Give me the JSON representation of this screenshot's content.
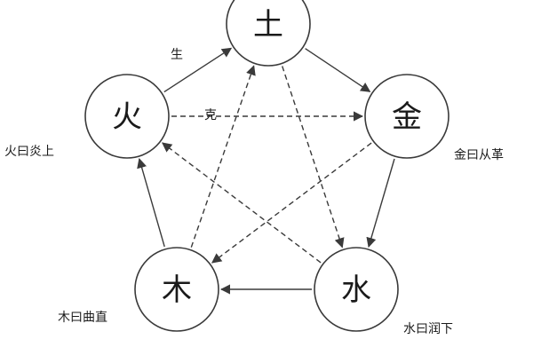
{
  "nodes": {
    "earth": {
      "char": "土"
    },
    "metal": {
      "char": "金",
      "caption": "金曰从革"
    },
    "water": {
      "char": "水",
      "caption": "水曰润下"
    },
    "wood": {
      "char": "木",
      "caption": "木曰曲直"
    },
    "fire": {
      "char": "火",
      "caption": "火曰炎上"
    }
  },
  "legend": {
    "generating": "生",
    "controlling": "克"
  },
  "generating_cycle": [
    {
      "from": "fire",
      "to": "earth"
    },
    {
      "from": "earth",
      "to": "metal"
    },
    {
      "from": "metal",
      "to": "water"
    },
    {
      "from": "water",
      "to": "wood"
    },
    {
      "from": "wood",
      "to": "fire"
    }
  ],
  "controlling_cycle": [
    {
      "from": "fire",
      "to": "metal"
    },
    {
      "from": "metal",
      "to": "wood"
    },
    {
      "from": "wood",
      "to": "earth"
    },
    {
      "from": "earth",
      "to": "water"
    },
    {
      "from": "water",
      "to": "fire"
    }
  ]
}
